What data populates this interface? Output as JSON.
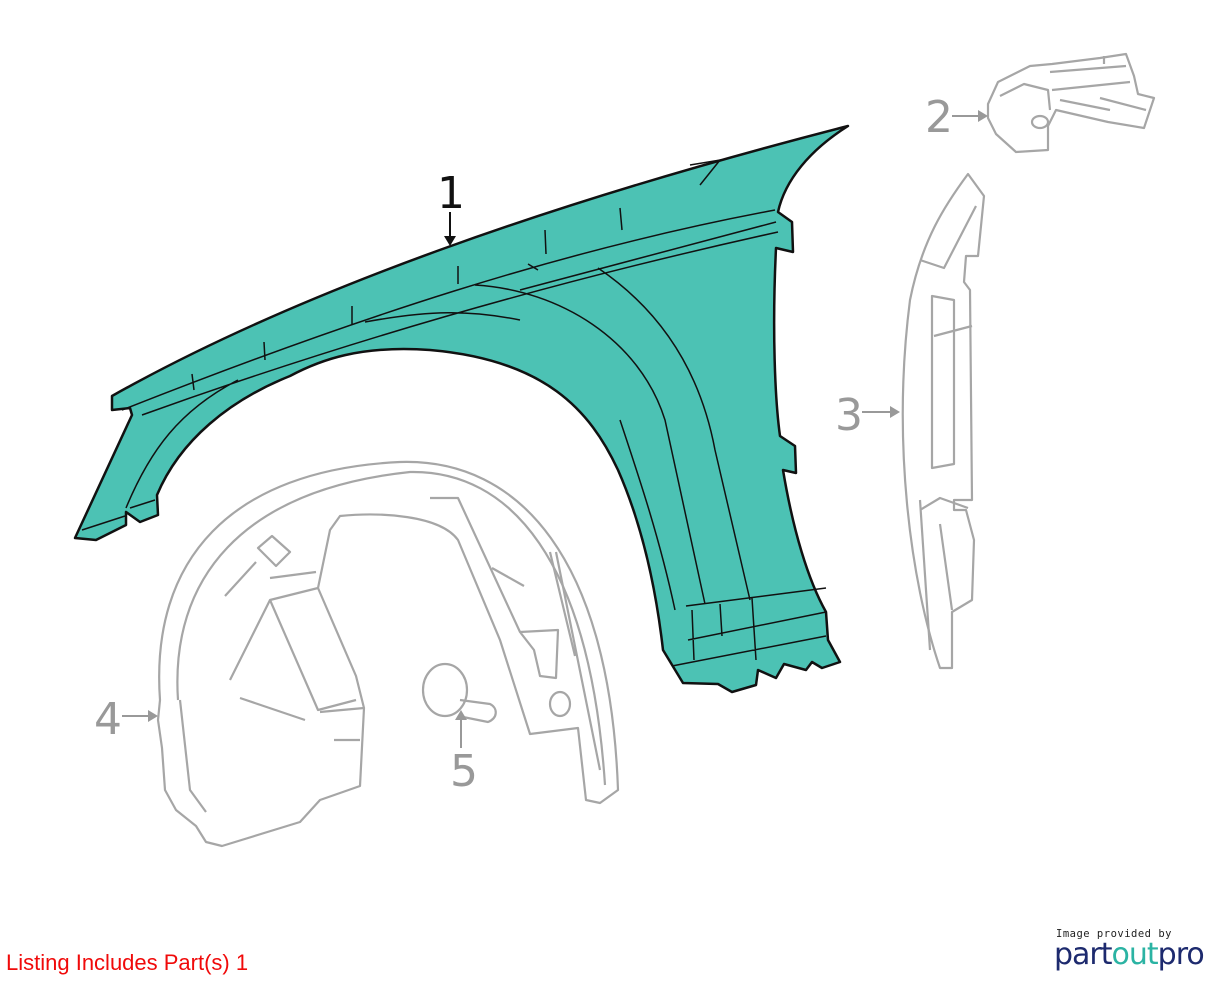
{
  "diagram": {
    "callouts": [
      "1",
      "2",
      "3",
      "4",
      "5"
    ],
    "highlight_color": "#4cc2b4",
    "highlighted_part": "1"
  },
  "footer": {
    "listing_text": "Listing Includes Part(s) 1",
    "credit_small": "Image provided by",
    "logo_part1": "part",
    "logo_part2": "out",
    "logo_part3": "pro",
    "listing_color": "#f00a0a"
  }
}
